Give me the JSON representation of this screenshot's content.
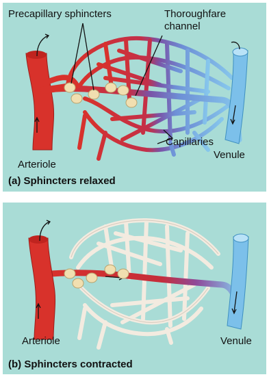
{
  "panel_a": {
    "labels": {
      "precapillary": "Precapillary sphincters",
      "thoroughfare_line1": "Thoroughfare",
      "thoroughfare_line2": "channel",
      "capillaries": "Capillaries",
      "arteriole": "Arteriole",
      "venule": "Venule"
    },
    "caption": "(a) Sphincters relaxed"
  },
  "panel_b": {
    "labels": {
      "arteriole": "Arteriole",
      "venule": "Venule"
    },
    "caption": "(b) Sphincters contracted"
  },
  "colors": {
    "background": "#a9dcd6",
    "artery": "#d8322b",
    "vein": "#7cc0ea",
    "mixed": "#8e4a9a",
    "collapsed_capillary": "#f3ebe0",
    "sphincter": "#f1dfb0"
  }
}
